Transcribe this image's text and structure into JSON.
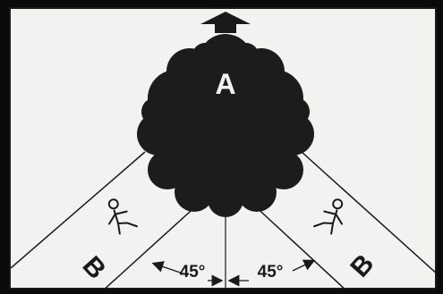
{
  "diagram": {
    "center_label": "A",
    "side_label_left": "B",
    "side_label_right": "B",
    "angle_left": "45°",
    "angle_right": "45°",
    "icons": {
      "top_arrow": "up-arrow-icon",
      "left_person": "running-person-icon",
      "right_person": "running-person-icon"
    },
    "colors": {
      "background": "#f2f2f0",
      "ink": "#1a1a1a",
      "blob": "#1c1c1c",
      "label_on_blob": "#f2f2f0",
      "frame": "#0a0a0a"
    }
  }
}
